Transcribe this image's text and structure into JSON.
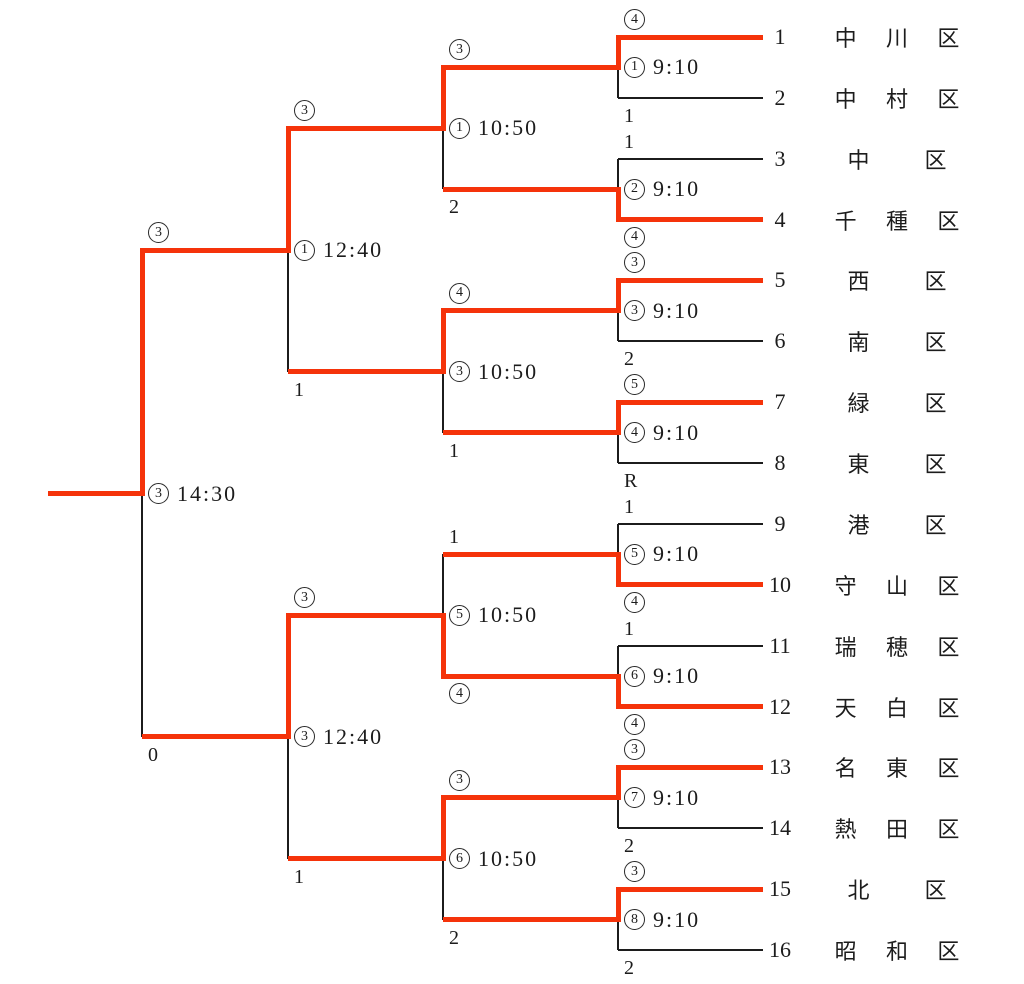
{
  "bracket": {
    "colors": {
      "winner_path": "#f5330a",
      "line": "#1c1c1c"
    },
    "teams": [
      {
        "seed": "1",
        "name": "中川区",
        "name_chars": [
          "中",
          "川",
          "区"
        ]
      },
      {
        "seed": "2",
        "name": "中村区",
        "name_chars": [
          "中",
          "村",
          "区"
        ]
      },
      {
        "seed": "3",
        "name": "中区",
        "name_chars": [
          "中",
          "区"
        ]
      },
      {
        "seed": "4",
        "name": "千種区",
        "name_chars": [
          "千",
          "種",
          "区"
        ]
      },
      {
        "seed": "5",
        "name": "西区",
        "name_chars": [
          "西",
          "区"
        ]
      },
      {
        "seed": "6",
        "name": "南区",
        "name_chars": [
          "南",
          "区"
        ]
      },
      {
        "seed": "7",
        "name": "緑区",
        "name_chars": [
          "緑",
          "区"
        ]
      },
      {
        "seed": "8",
        "name": "東区",
        "name_chars": [
          "東",
          "区"
        ]
      },
      {
        "seed": "9",
        "name": "港区",
        "name_chars": [
          "港",
          "区"
        ]
      },
      {
        "seed": "10",
        "name": "守山区",
        "name_chars": [
          "守",
          "山",
          "区"
        ]
      },
      {
        "seed": "11",
        "name": "瑞穂区",
        "name_chars": [
          "瑞",
          "穂",
          "区"
        ]
      },
      {
        "seed": "12",
        "name": "天白区",
        "name_chars": [
          "天",
          "白",
          "区"
        ]
      },
      {
        "seed": "13",
        "name": "名東区",
        "name_chars": [
          "名",
          "東",
          "区"
        ]
      },
      {
        "seed": "14",
        "name": "熱田区",
        "name_chars": [
          "熱",
          "田",
          "区"
        ]
      },
      {
        "seed": "15",
        "name": "北区",
        "name_chars": [
          "北",
          "区"
        ]
      },
      {
        "seed": "16",
        "name": "昭和区",
        "name_chars": [
          "昭",
          "和",
          "区"
        ]
      }
    ],
    "rounds": [
      {
        "label": "round-1",
        "matches": [
          {
            "game": "1",
            "time": "9:10",
            "top_score": "4",
            "bottom_score": "1",
            "winner": "top"
          },
          {
            "game": "2",
            "time": "9:10",
            "top_score": "1",
            "bottom_score": "4",
            "winner": "bottom"
          },
          {
            "game": "3",
            "time": "9:10",
            "top_score": "3",
            "bottom_score": "2",
            "winner": "top"
          },
          {
            "game": "4",
            "time": "9:10",
            "top_score": "5",
            "bottom_score": "R",
            "winner": "top"
          },
          {
            "game": "5",
            "time": "9:10",
            "top_score": "1",
            "bottom_score": "4",
            "winner": "bottom"
          },
          {
            "game": "6",
            "time": "9:10",
            "top_score": "1",
            "bottom_score": "4",
            "winner": "bottom"
          },
          {
            "game": "7",
            "time": "9:10",
            "top_score": "3",
            "bottom_score": "2",
            "winner": "top"
          },
          {
            "game": "8",
            "time": "9:10",
            "top_score": "3",
            "bottom_score": "2",
            "winner": "top"
          }
        ]
      },
      {
        "label": "round-2",
        "matches": [
          {
            "game": "1",
            "time": "10:50",
            "top_score": "3",
            "bottom_score": "2",
            "winner": "top"
          },
          {
            "game": "3",
            "time": "10:50",
            "top_score": "4",
            "bottom_score": "1",
            "winner": "top"
          },
          {
            "game": "5",
            "time": "10:50",
            "top_score": "1",
            "bottom_score": "4",
            "winner": "bottom"
          },
          {
            "game": "6",
            "time": "10:50",
            "top_score": "3",
            "bottom_score": "2",
            "winner": "top"
          }
        ]
      },
      {
        "label": "semifinal",
        "matches": [
          {
            "game": "1",
            "time": "12:40",
            "top_score": "3",
            "bottom_score": "1",
            "winner": "top"
          },
          {
            "game": "3",
            "time": "12:40",
            "top_score": "3",
            "bottom_score": "1",
            "winner": "top"
          }
        ]
      },
      {
        "label": "final",
        "matches": [
          {
            "game": "3",
            "time": "14:30",
            "top_score": "3",
            "bottom_score": "0",
            "winner": "top"
          }
        ]
      }
    ]
  }
}
